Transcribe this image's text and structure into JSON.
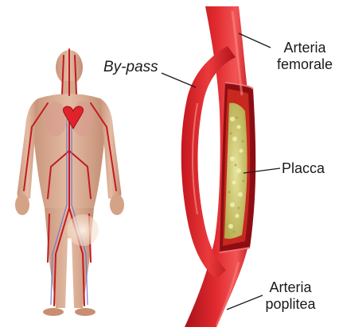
{
  "labels": {
    "bypass": "By-pass",
    "femoral_line1": "Arteria",
    "femoral_line2": "femorale",
    "plaque": "Placca",
    "popliteal_line1": "Arteria",
    "popliteal_line2": "poplitea"
  },
  "colors": {
    "artery": "#d8202a",
    "artery_dark": "#9e1016",
    "artery_light": "#ef5a5a",
    "plaque": "#d9d77a",
    "plaque_dark": "#b9b24c",
    "skin": "#ddb096",
    "skin_dark": "#c8967c",
    "highlight": "#f1e2d2",
    "leader_line": "#1a1a1a"
  },
  "icons": [
    "human-body-icon",
    "heart-icon",
    "highlight-circle-icon"
  ]
}
